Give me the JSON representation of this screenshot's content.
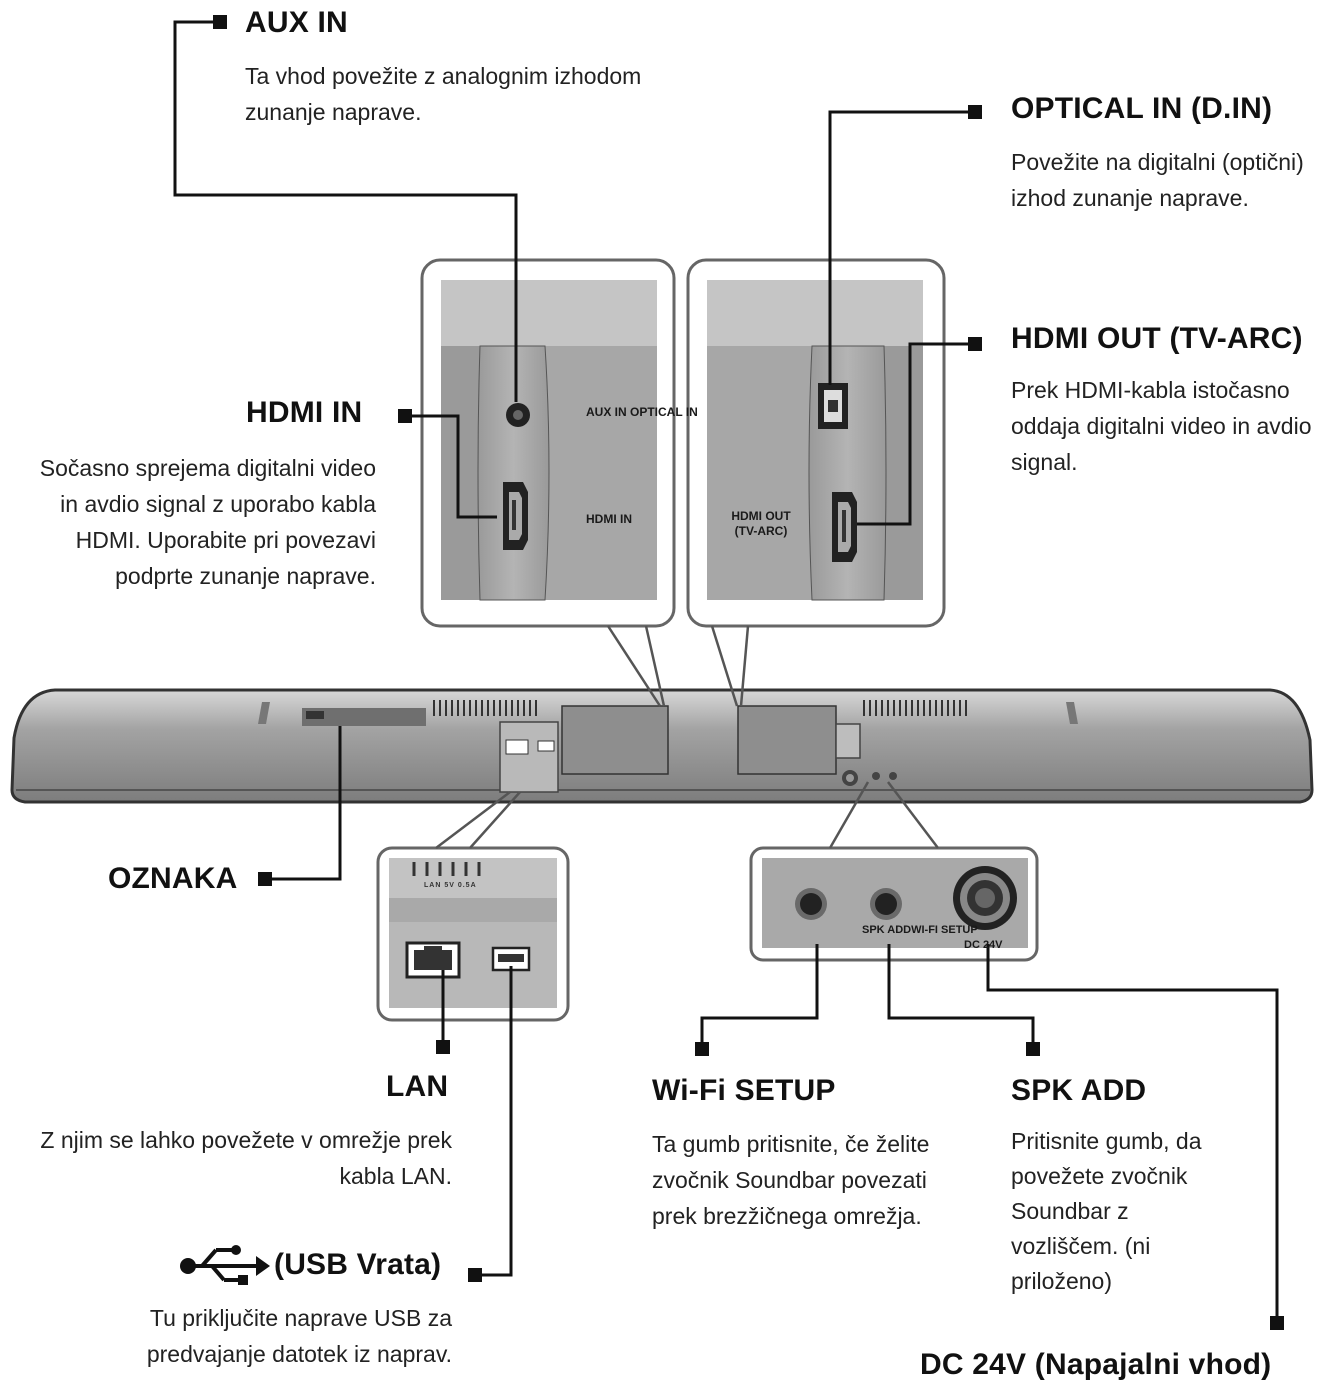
{
  "callouts": {
    "aux_in": {
      "title": "AUX IN",
      "desc": "Ta vhod povežite z analognim izhodom zunanje naprave."
    },
    "optical_in": {
      "title": "OPTICAL IN (D.IN)",
      "desc": "Povežite na digitalni (optični) izhod zunanje naprave."
    },
    "hdmi_in": {
      "title": "HDMI IN",
      "desc": "Sočasno sprejema digitalni video in avdio signal z uporabo kabla HDMI. Uporabite pri povezavi podprte zunanje naprave."
    },
    "hdmi_out": {
      "title": "HDMI OUT (TV-ARC)",
      "desc": "Prek HDMI-kabla istočasno oddaja digitalni video in avdio signal."
    },
    "oznaka": {
      "title": "OZNAKA"
    },
    "lan": {
      "title": "LAN",
      "desc": "Z njim se lahko povežete v omrežje prek kabla LAN."
    },
    "usb": {
      "title": "(USB Vrata)",
      "desc": "Tu priključite naprave USB za predvajanje datotek iz naprav."
    },
    "wifi_setup": {
      "title": "Wi-Fi SETUP",
      "desc": "Ta gumb pritisnite, če želite zvočnik Soundbar povezati prek brezžičnega omrežja."
    },
    "spk_add": {
      "title": "SPK ADD",
      "desc": "Pritisnite gumb, da povežete zvočnik Soundbar z vozliščem. (ni priloženo)"
    },
    "dc_24v": {
      "title": "DC 24V (Napajalni vhod)"
    }
  },
  "panel_labels": {
    "aux_optical": "AUX IN OPTICAL IN",
    "hdmi_in": "HDMI IN",
    "hdmi_out": "HDMI OUT (TV-ARC)",
    "lan_usb": "LAN 5V 0.5A",
    "spk_wifi": "SPK ADDWI-FI SETUP",
    "dc": "DC 24V"
  },
  "icons": {
    "usb": "usb-icon"
  },
  "colors": {
    "panel": "#a5a5a5",
    "panel_dark": "#8a8a8a",
    "bar": "#9c9c9c",
    "line": "#111111"
  }
}
